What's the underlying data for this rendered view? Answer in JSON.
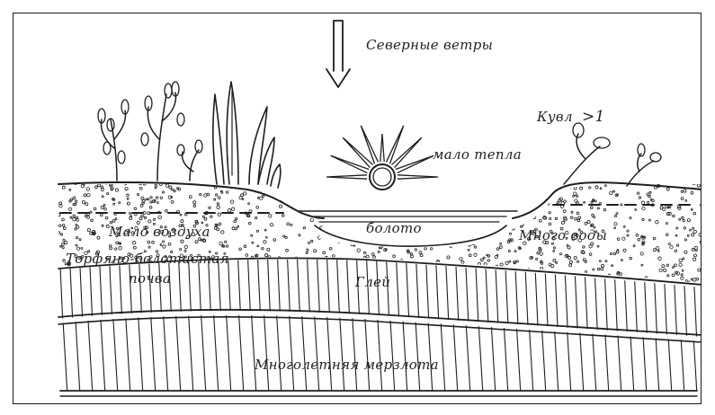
{
  "labels": {
    "north_winds": "Северные ветры",
    "little_heat": "мало тепла",
    "k_vl": "Кувл",
    "k_vl_rel": ">1",
    "little_air": "Мало воздуха",
    "swamp": "болото",
    "much_water": "Много воды",
    "peat_soil_line1": "Торфяно-болотистая",
    "peat_soil_line2": "почва",
    "gley": "Глей",
    "permafrost": "Многолетняя мерзлота"
  },
  "colors": {
    "ink": "#1e1e1e",
    "background": "#ffffff"
  }
}
